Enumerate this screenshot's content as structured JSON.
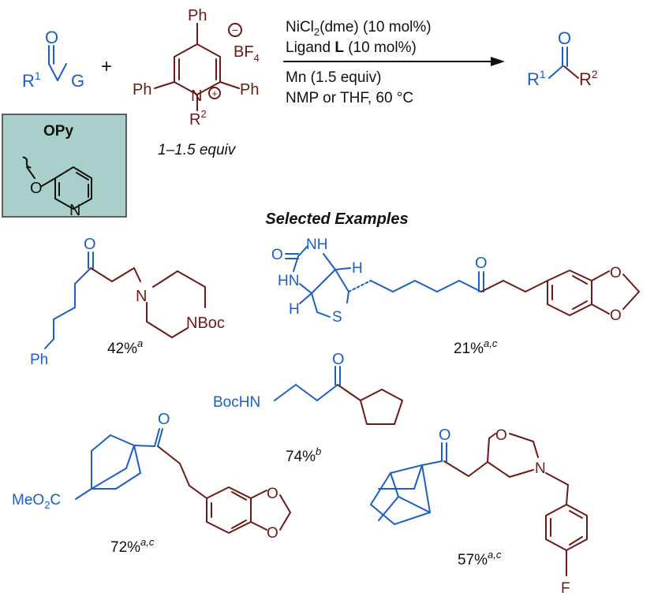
{
  "colors": {
    "acyl_blue": "#1a5fc4",
    "alkyl_maroon": "#6b1a16",
    "box_fill": "#a9cfcb",
    "text": "#111111"
  },
  "reaction": {
    "acyl": {
      "carbonyl_o": "O",
      "r1": "R",
      "r1_sup": "1",
      "g": "G"
    },
    "plus": "+",
    "pyridinium": {
      "ph_top": "Ph",
      "ph_left": "Ph",
      "ph_right": "Ph",
      "n": "N",
      "plus_charge": "+",
      "r2": "R",
      "r2_sup": "2",
      "minus_charge": "−",
      "bf4": "BF",
      "bf4_sub": "4"
    },
    "equiv": "1–1.5 equiv",
    "conditions": {
      "catalyst_a": "NiCl",
      "catalyst_sub": "2",
      "catalyst_b": "(dme) (10 mol%)",
      "ligand_a": "Ligand ",
      "ligand_bold": "L",
      "ligand_b": " (10 mol%)",
      "reductant": "Mn (1.5 equiv)",
      "solvent": "NMP or THF, 60 °C"
    },
    "product": {
      "o": "O",
      "r1": "R",
      "r1_sup": "1",
      "r2": "R",
      "r2_sup": "2"
    }
  },
  "opy_box": {
    "title": "OPy",
    "o": "O",
    "n": "N"
  },
  "section_title": "Selected Examples",
  "examples": [
    {
      "id": "ex1",
      "yield": "42%",
      "note": "a",
      "labels": {
        "o": "O",
        "n1": "N",
        "n2": "NBoc",
        "ph": "Ph"
      }
    },
    {
      "id": "ex2",
      "yield": "21%",
      "note": "a,c",
      "labels": {
        "o_urea": "O",
        "nh1": "NH",
        "hn": "HN",
        "h1": "H",
        "h2": "H",
        "s": "S",
        "o_ketone": "O",
        "o1": "O",
        "o2": "O"
      }
    },
    {
      "id": "ex3",
      "yield": "74%",
      "note": "b",
      "labels": {
        "bochn": "BocHN",
        "o": "O"
      }
    },
    {
      "id": "ex4",
      "yield": "72%",
      "note": "a,c",
      "labels": {
        "meo2c_a": "MeO",
        "meo2c_sub": "2",
        "meo2c_b": "C",
        "o": "O",
        "o1": "O",
        "o2": "O"
      }
    },
    {
      "id": "ex5",
      "yield": "57%",
      "note": "a,c",
      "labels": {
        "o_ketone": "O",
        "o_ring": "O",
        "n": "N",
        "f": "F"
      }
    }
  ]
}
